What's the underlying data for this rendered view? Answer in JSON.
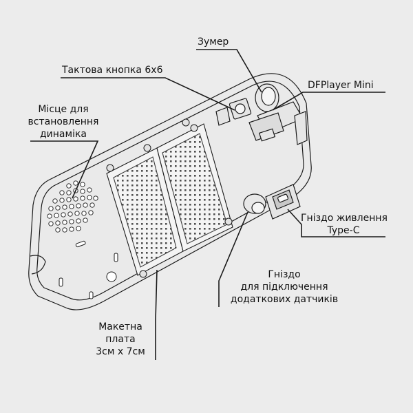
{
  "labels": {
    "buzzer": "Зумер",
    "tact_button": "Тактова кнопка 6х6",
    "dfplayer": "DFPlayer Mini",
    "speaker_line1": "Місце для",
    "speaker_line2": "встановлення",
    "speaker_line3": "динаміка",
    "power_line1": "Гніздо живлення",
    "power_line2": "Type-C",
    "sensor_line1": "Гніздо",
    "sensor_line2": "для підключення",
    "sensor_line3": "додаткових датчиків",
    "breadboard_line1": "Макетна",
    "breadboard_line2": "плата",
    "breadboard_line3": "3см х 7см"
  },
  "colors": {
    "background": "#ececec",
    "line": "#1a1a1a",
    "body_fill": "#e9e9e9"
  }
}
